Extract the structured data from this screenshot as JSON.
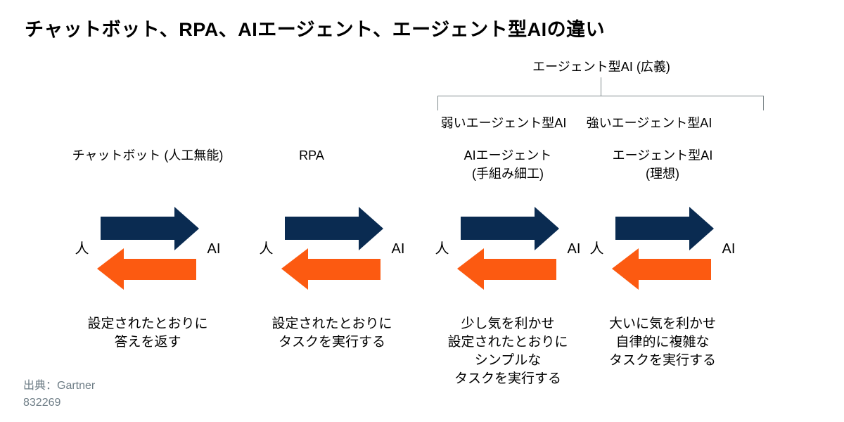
{
  "title": "チャットボット、RPA、AIエージェント、エージェント型AIの違い",
  "bracket": {
    "label": "エージェント型AI (広義)",
    "sub_labels": [
      "弱いエージェント型AI",
      "強いエージェント型AI"
    ]
  },
  "columns": [
    {
      "header": "チャットボット (人工無能)",
      "human_label": "人",
      "ai_label": "AI",
      "description": "設定されたとおりに\n答えを返す"
    },
    {
      "header": "RPA",
      "human_label": "人",
      "ai_label": "AI",
      "description": "設定されたとおりに\nタスクを実行する"
    },
    {
      "header": "AIエージェント\n(手組み細工)",
      "human_label": "人",
      "ai_label": "AI",
      "description": "少し気を利かせ\n設定されたとおりに\nシンプルな\nタスクを実行する"
    },
    {
      "header": "エージェント型AI\n(理想)",
      "human_label": "人",
      "ai_label": "AI",
      "description": "大いに気を利かせ\n自律的に複雑な\nタスクを実行する"
    }
  ],
  "footer": {
    "source": "出典：Gartner",
    "id": "832269"
  },
  "colors": {
    "navy": "#0a2b51",
    "orange": "#fc5a11",
    "line": "#7f898c",
    "footer_text": "#6e7d86"
  }
}
